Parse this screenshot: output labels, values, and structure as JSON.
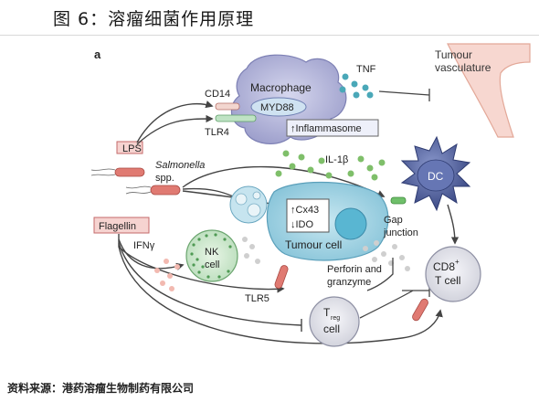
{
  "figure_title": "图 6：溶瘤细菌作用原理",
  "panel_label": "a",
  "source_note": "资料来源：港药溶瘤生物制药有限公司",
  "labels": {
    "tumour_vasculature": [
      "Tumour",
      "vasculature"
    ],
    "tnf": "TNF",
    "macrophage": "Macrophage",
    "myd88": "MYD88",
    "cd14": "CD14",
    "tlr4": "TLR4",
    "inflammasome": "↑Inflammasome",
    "lps": "LPS",
    "salmonella": "Salmonella",
    "spp": "spp.",
    "il1b": "IL-1β",
    "dc": "DC",
    "cx43": "↑Cx43",
    "ido": "↓IDO",
    "tumour_cell": "Tumour cell",
    "gap": "Gap",
    "junction": "junction",
    "flagellin": "Flagellin",
    "ifng": "IFNγ",
    "nk": "NK",
    "nk_cell": "cell",
    "tlr5": "TLR5",
    "perforin": "Perforin and",
    "granzyme": "granzyme",
    "cd8": "CD8",
    "cd8_sup": "+",
    "t_cell": "T cell",
    "treg_t": "T",
    "treg_sub": "reg",
    "treg_cell": "cell"
  },
  "colors": {
    "macrophage": "#b7b8dc",
    "dc": "#5a6aa8",
    "tumour_cell": "#a9d6e6",
    "nk": "#cfe8d0",
    "tcell": "#e4e4ea",
    "vasculature": "#f7d7d0",
    "green_dots": "#7fbf6a",
    "teal_dots": "#4aa8b8",
    "label_box_fill": "#f6d3d0",
    "label_box_stroke": "#c46a6a",
    "arrow": "#444444"
  }
}
